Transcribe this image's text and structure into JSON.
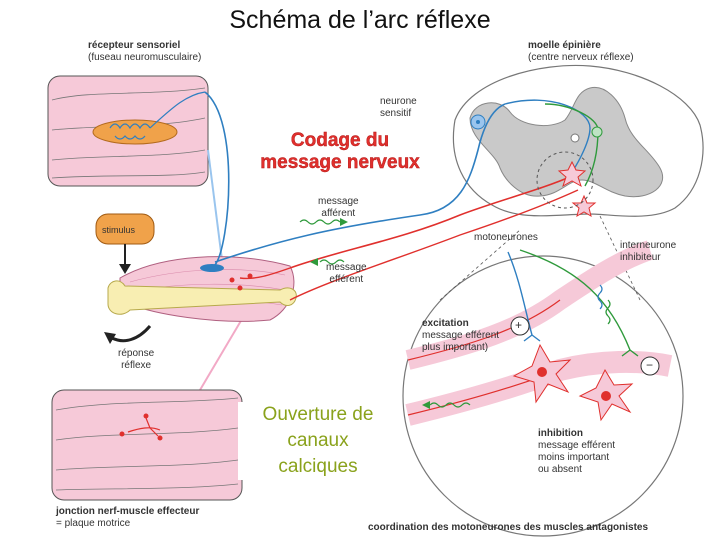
{
  "title": "Schéma de l’arc réflexe",
  "overlay": {
    "codage_line1": "Codage du",
    "codage_line2": "message nerveux",
    "ouverture_line1": "Ouverture de",
    "ouverture_line2": "canaux",
    "ouverture_line3": "calciques"
  },
  "labels": {
    "recepteur_line1": "récepteur sensoriel",
    "recepteur_line2": "(fuseau neuromusculaire)",
    "moelle_line1": "moelle épinière",
    "moelle_line2": "(centre nerveux réflexe)",
    "neurone_line1": "neurone",
    "neurone_line2": "sensitif",
    "message_afferent_line1": "message",
    "message_afferent_line2": "afférent",
    "message_efferent_line1": "message",
    "message_efferent_line2": "efférent",
    "stimulus": "stimulus",
    "motoneurones": "motoneurones",
    "interneurone_line1": "interneurone",
    "interneurone_line2": "inhibiteur",
    "reponse_line1": "réponse",
    "reponse_line2": "réflexe",
    "excitation": "excitation",
    "excitation_line2": "message efférent",
    "excitation_line3": "plus important)",
    "inhibition": "inhibition",
    "inhibition_line2": "message efférent",
    "inhibition_line3": "moins important",
    "inhibition_line4": "ou absent",
    "jonction_line1": "jonction nerf-muscle effecteur",
    "jonction_line2": "= plaque motrice",
    "coordination": "coordination des motoneurones des muscles antagonistes",
    "plus_sign": "+",
    "minus_sign": "−"
  },
  "colors": {
    "sensory_blue": "#2f7fc1",
    "motor_red": "#e0302d",
    "inhibitory_green": "#2f9a3c",
    "muscle_pink": "#f6c9d8",
    "codage_text": "#e0302d",
    "ouverture_text": "#8aa21c"
  }
}
